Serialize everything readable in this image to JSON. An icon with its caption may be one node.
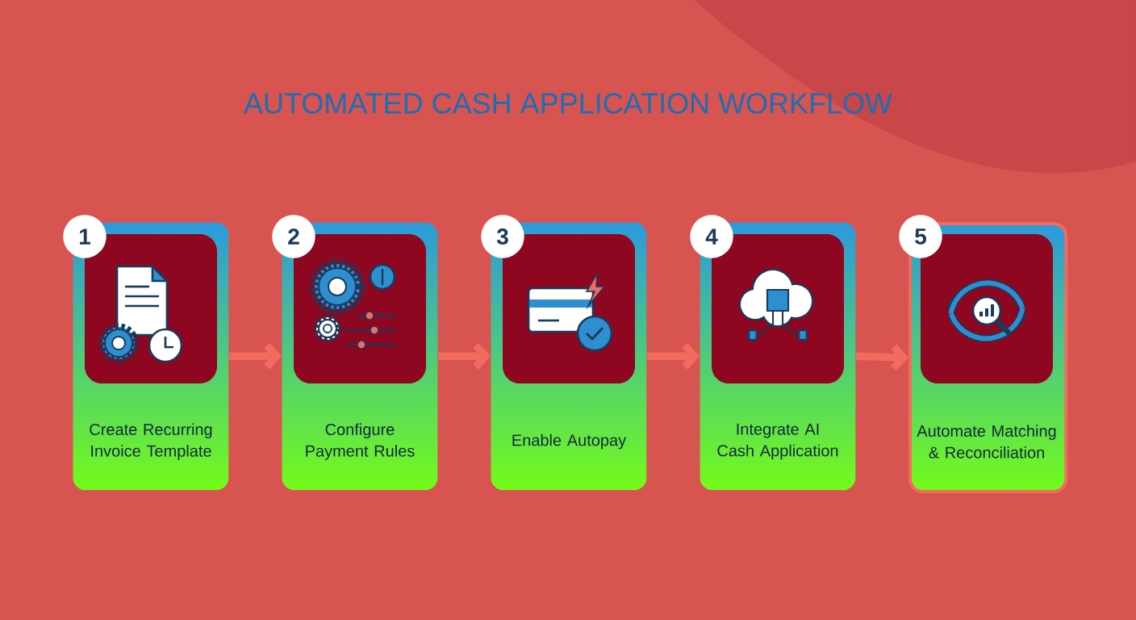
{
  "diagram": {
    "title": "AUTOMATED CASH APPLICATION WORKFLOW",
    "nodes": [
      {
        "text": [
          "1",
          "Create Recurring Invoice Template"
        ]
      },
      {
        "text": [
          "2",
          "Configure Payment Rules"
        ]
      },
      {
        "text": [
          "3",
          "Enable Autopay"
        ]
      },
      {
        "text": [
          "4",
          "Integrate AI Cash Application"
        ]
      },
      {
        "text": [
          "5",
          "Automate Matching & Reconciliation"
        ]
      }
    ],
    "edges": [
      {
        "from": 0,
        "to": 1,
        "arrow": "to"
      },
      {
        "from": 1,
        "to": 2,
        "arrow": "to"
      },
      {
        "from": 2,
        "to": 3,
        "arrow": "to"
      },
      {
        "from": 3,
        "to": 4,
        "arrow": "to"
      }
    ]
  }
}
